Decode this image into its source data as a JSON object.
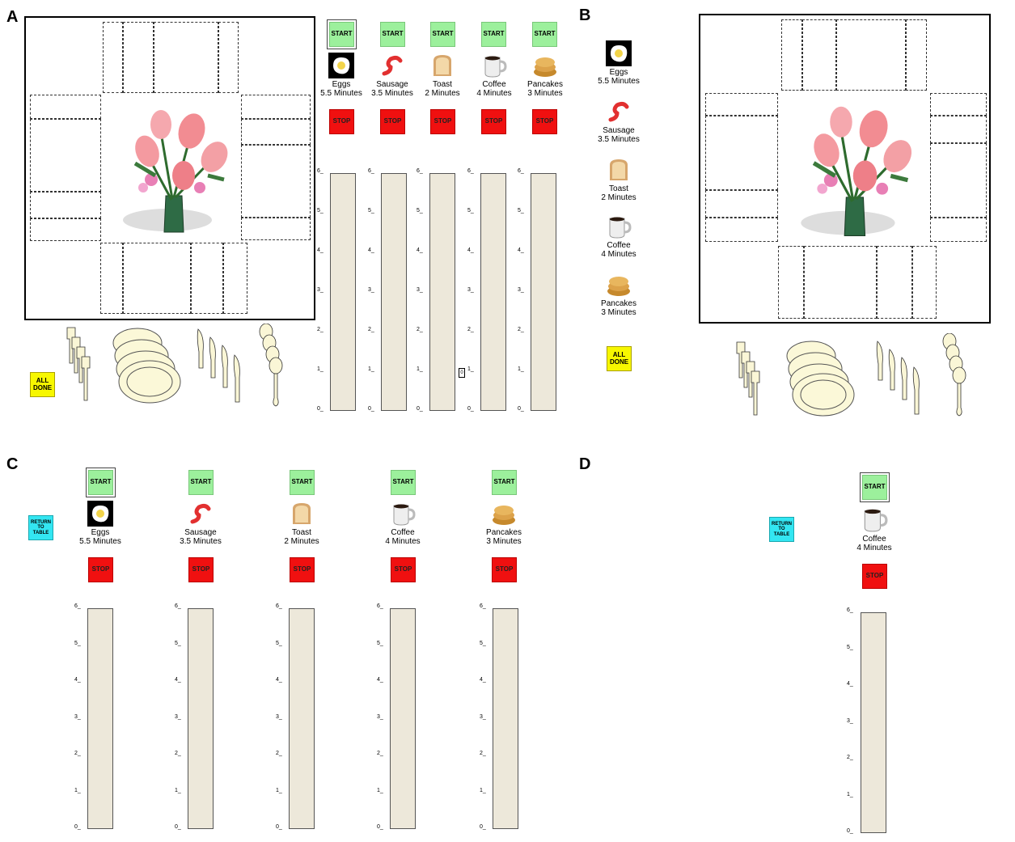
{
  "panels": {
    "a": "A",
    "b": "B",
    "c": "C",
    "d": "D"
  },
  "buttons": {
    "start": "START",
    "stop": "STOP",
    "all_done": "ALL DONE",
    "return_to_table": "RETURN TO TABLE"
  },
  "foods": [
    {
      "name": "Eggs",
      "time": "5.5 Minutes",
      "icon": "fried-egg-icon"
    },
    {
      "name": "Sausage",
      "time": "3.5 Minutes",
      "icon": "sausage-icon"
    },
    {
      "name": "Toast",
      "time": "2 Minutes",
      "icon": "toast-icon"
    },
    {
      "name": "Coffee",
      "time": "4 Minutes",
      "icon": "coffee-mug-icon"
    },
    {
      "name": "Pancakes",
      "time": "3 Minutes",
      "icon": "pancakes-icon"
    }
  ],
  "panel_d_food": {
    "name": "Coffee",
    "time": "4 Minutes",
    "icon": "coffee-mug-icon"
  },
  "timer_ticks": [
    "6",
    "5",
    "4",
    "3",
    "2",
    "1",
    "0"
  ],
  "timer_marker_label": "0",
  "colors": {
    "start": "#9cf09c",
    "stop": "#f01010",
    "all_done": "#f7f700",
    "return": "#33e6f2",
    "timer_bar": "#ede8da"
  }
}
